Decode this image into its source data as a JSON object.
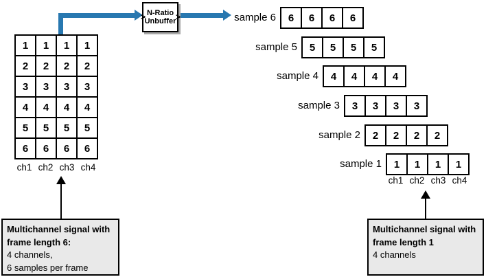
{
  "colors": {
    "arrow_blue": "#2878B0",
    "note_fill": "#E9E9E9",
    "line_black": "#000000",
    "block_fill": "#FFFFFF",
    "block_shadow": "#A9A9A9"
  },
  "block": {
    "label_line1": "N-Ratio",
    "label_line2": "Unbuffer",
    "input_port_glyph": ">",
    "output_port_glyph": ">"
  },
  "matrix": {
    "rows": [
      [
        "1",
        "1",
        "1",
        "1"
      ],
      [
        "2",
        "2",
        "2",
        "2"
      ],
      [
        "3",
        "3",
        "3",
        "3"
      ],
      [
        "4",
        "4",
        "4",
        "4"
      ],
      [
        "5",
        "5",
        "5",
        "5"
      ],
      [
        "6",
        "6",
        "6",
        "6"
      ]
    ],
    "channel_labels": [
      "ch1",
      "ch2",
      "ch3",
      "ch4"
    ]
  },
  "samples": [
    {
      "label": "sample 6",
      "values": [
        "6",
        "6",
        "6",
        "6"
      ]
    },
    {
      "label": "sample 5",
      "values": [
        "5",
        "5",
        "5",
        "5"
      ]
    },
    {
      "label": "sample 4",
      "values": [
        "4",
        "4",
        "4",
        "4"
      ]
    },
    {
      "label": "sample 3",
      "values": [
        "3",
        "3",
        "3",
        "3"
      ]
    },
    {
      "label": "sample 2",
      "values": [
        "2",
        "2",
        "2",
        "2"
      ]
    },
    {
      "label": "sample 1",
      "values": [
        "1",
        "1",
        "1",
        "1"
      ]
    }
  ],
  "sample_channel_labels": [
    "ch1",
    "ch2",
    "ch3",
    "ch4"
  ],
  "notes": {
    "left": {
      "bold_line1": "Multichannel signal with",
      "bold_line2": "frame length 6:",
      "line1": "4 channels,",
      "line2": "6 samples per frame"
    },
    "right": {
      "bold_line1": "Multichannel signal with",
      "bold_line2": "frame length 1",
      "line1": "4 channels"
    }
  }
}
